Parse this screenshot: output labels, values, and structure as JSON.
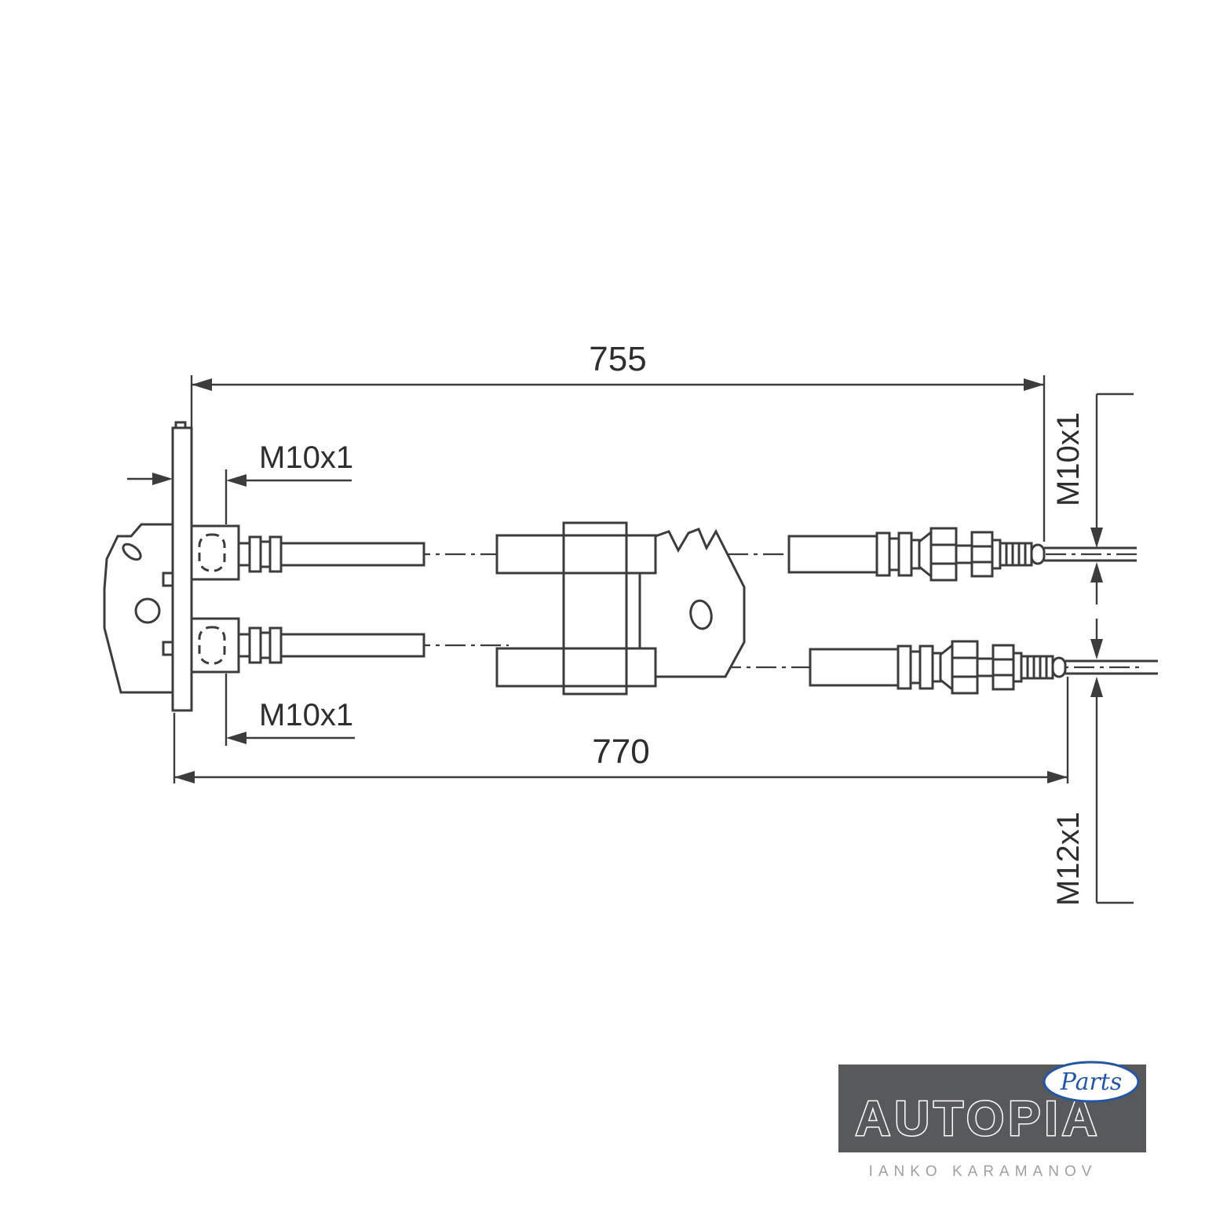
{
  "drawing": {
    "dim_length_top": "755",
    "dim_length_bottom": "770",
    "thread_top_left": "M10x1",
    "thread_bottom_left": "M10x1",
    "thread_right_upper": "M10x1",
    "thread_right_lower": "M12x1"
  },
  "logo": {
    "brand": "AUTOPIA",
    "badge": "Parts",
    "subtitle": "IANKO KARAMANOV"
  },
  "colors": {
    "line": "#3c3c3c",
    "background": "#ffffff",
    "logo_box": "#58595b",
    "badge_blue": "#2456a4",
    "subtitle_gray": "#a0a0a0"
  }
}
